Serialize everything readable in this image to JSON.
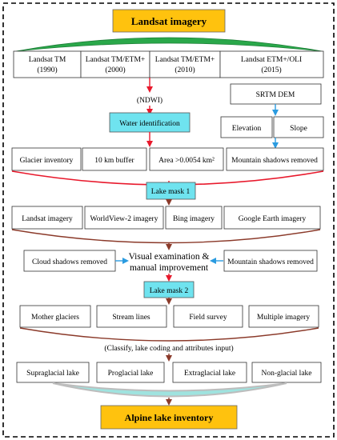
{
  "title": "Landsat imagery",
  "sources": [
    {
      "line1": "Landsat TM",
      "line2": "(1990)"
    },
    {
      "line1": "Landsat TM/ETM+",
      "line2": "(2000)"
    },
    {
      "line1": "Landsat TM/ETM+",
      "line2": "(2010)"
    },
    {
      "line1": "Landsat ETM+/OLI",
      "line2": "(2015)"
    }
  ],
  "ndwi_label": "(NDWI)",
  "water_identification": "Water identification",
  "srtm_dem": "SRTM DEM",
  "elevation": "Elevation",
  "slope": "Slope",
  "filters": [
    "Glacier inventory",
    "10 km buffer",
    "Area >0.0054 km²",
    "Mountain shadows removed"
  ],
  "lake_mask_1": "Lake mask 1",
  "imagery": [
    "Landsat imagery",
    "WorldView-2 imagery",
    "Bing imagery",
    "Google Earth imagery"
  ],
  "cloud_shadows": "Cloud shadows removed",
  "visual_exam_line1": "Visual examination &",
  "visual_exam_line2": "manual improvement",
  "mountain_shadows": "Mountain shadows removed",
  "lake_mask_2": "Lake mask 2",
  "attributes": [
    "Mother glaciers",
    "Stream lines",
    "Field survey",
    "Multiple imagery"
  ],
  "classify_label": "(Classify, lake coding and attributes input)",
  "lake_types": [
    "Supraglacial lake",
    "Proglacial lake",
    "Extraglacial lake",
    "Non-glacial lake"
  ],
  "output": "Alpine lake inventory",
  "colors": {
    "gold": "#ffc20e",
    "cyan": "#6fe3ef",
    "red": "#e8192c",
    "blue": "#2a9be0",
    "brown": "#8b3a2a",
    "green": "#2aa84a",
    "grey": "#bdbdbd",
    "teal": "#9fe3df"
  }
}
